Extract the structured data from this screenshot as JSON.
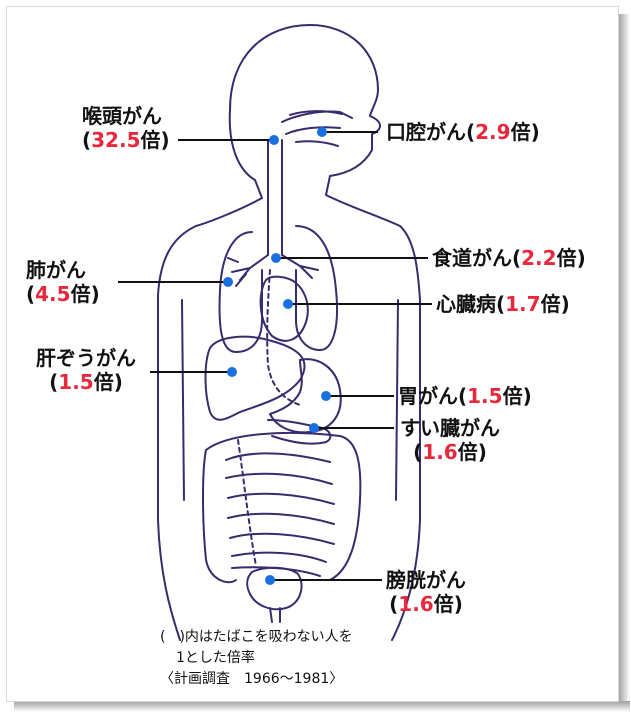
{
  "title": "",
  "colors": {
    "organ_line": "#3a2a6e",
    "marker": "#1a6fe0",
    "value": "#e8283c",
    "leader": "#111111"
  },
  "labels": {
    "larynx": {
      "name": "喉頭がん",
      "open": "(",
      "value": "32.5",
      "unit": "倍)"
    },
    "oral": {
      "name": "口腔がん(",
      "value": "2.9",
      "unit": "倍)"
    },
    "lung": {
      "name": "肺がん",
      "open": "(",
      "value": "4.5",
      "unit": "倍)"
    },
    "esophagus": {
      "name": "食道がん(",
      "value": "2.2",
      "unit": "倍)"
    },
    "heart": {
      "name": "心臓病(",
      "value": "1.7",
      "unit": "倍)"
    },
    "liver": {
      "name": "肝ぞうがん",
      "open": "(",
      "value": "1.5",
      "unit": "倍)"
    },
    "stomach": {
      "name": "胃がん(",
      "value": "1.5",
      "unit": "倍)"
    },
    "pancreas": {
      "name": "すい臓がん",
      "open": "(",
      "value": "1.6",
      "unit": "倍)"
    },
    "bladder": {
      "name": "膀胱がん",
      "open": "(",
      "value": "1.6",
      "unit": "倍)"
    }
  },
  "note": {
    "line1": "(　)内はたばこを吸わない人を",
    "line2": "1とした倍率",
    "line3": "〈計画調査　1966〜1981〉"
  }
}
